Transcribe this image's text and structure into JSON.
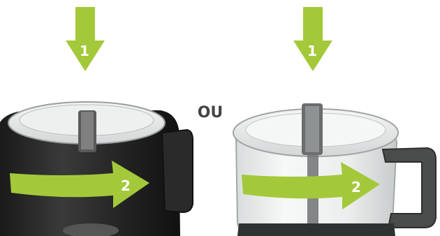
{
  "or_label": "OU",
  "left": {
    "step1_label": "1",
    "step2_label": "2",
    "arrow_color": "#a3c93a",
    "device_body_color": "#2b2b2b"
  },
  "right": {
    "step1_label": "1",
    "step2_label": "2",
    "arrow_color": "#a3c93a",
    "device_body_color": "#e8ebec"
  }
}
